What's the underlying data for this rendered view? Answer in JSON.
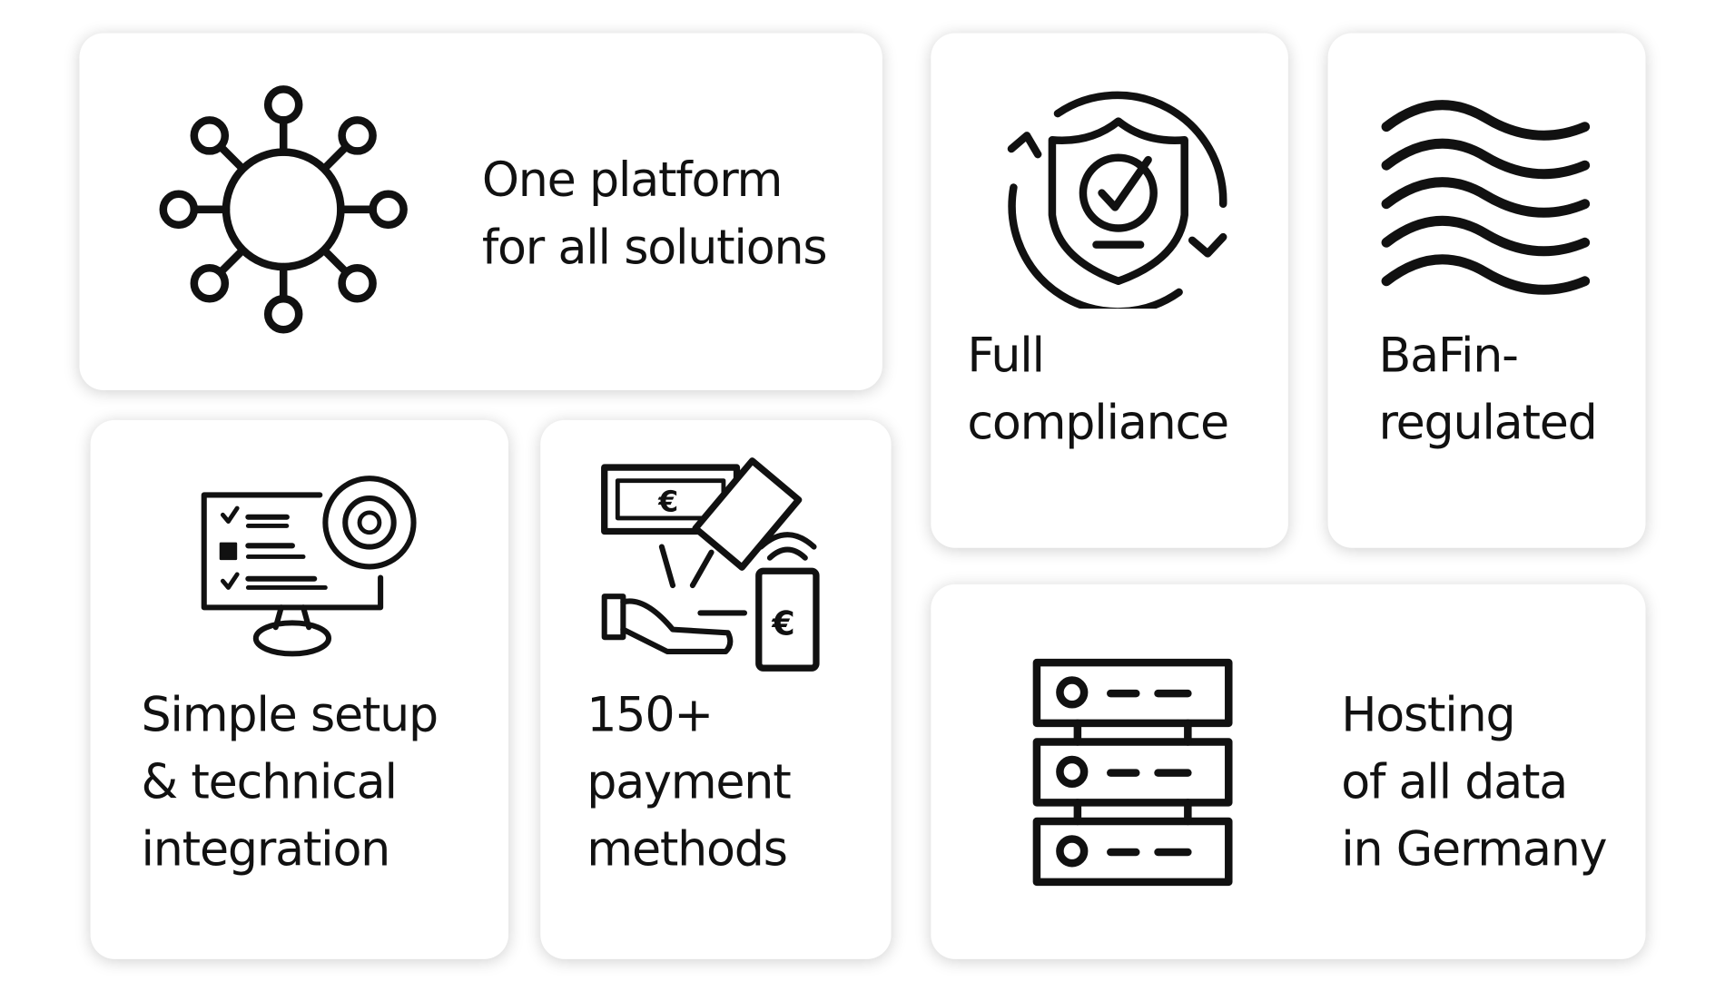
{
  "cards": [
    {
      "id": "platform",
      "label": "One platform\nfor all solutions",
      "icon": "network-hub-icon"
    },
    {
      "id": "compliance",
      "label": "Full\ncompliance",
      "icon": "shield-check-icon"
    },
    {
      "id": "bafin",
      "label": "BaFin-\nregulated",
      "icon": "waves-icon"
    },
    {
      "id": "setup",
      "label": "Simple setup\n& technical\nintegration",
      "icon": "monitor-gear-icon"
    },
    {
      "id": "payment",
      "label": "150+\npayment\nmethods",
      "icon": "payment-methods-icon",
      "currency_symbol": "€"
    },
    {
      "id": "hosting",
      "label": "Hosting\nof all data\nin Germany",
      "icon": "server-rack-icon"
    }
  ]
}
